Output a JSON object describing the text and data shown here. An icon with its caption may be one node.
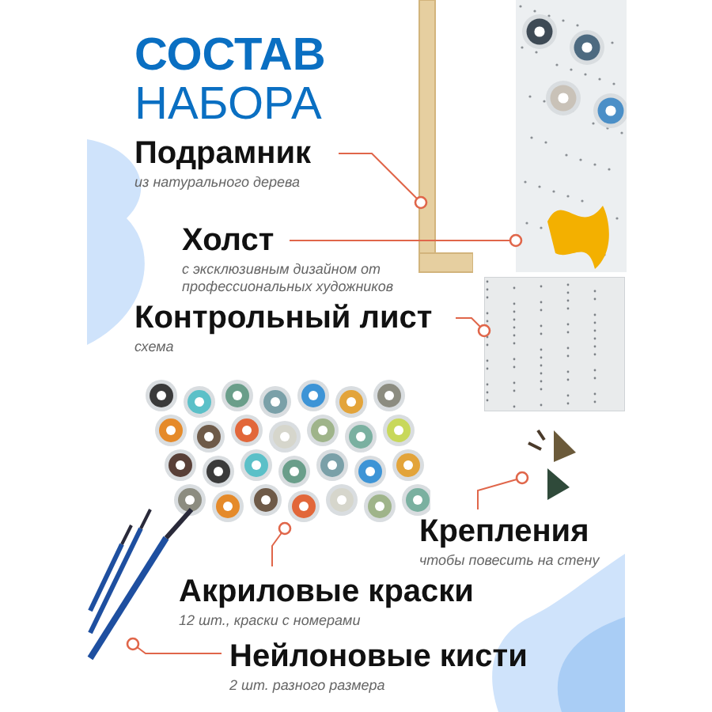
{
  "diagram": {
    "title": "**СОСТАВ** НАБОРА",
    "nodes": [
      {
        "text": [
          "Подрамник",
          "из натурального дерева"
        ]
      },
      {
        "text": [],
        "shape": "picture"
      },
      {
        "text": [
          "Холст",
          "с эксклюзивным дизайном от профессиональных художников"
        ]
      },
      {
        "text": [],
        "shape": "picture"
      },
      {
        "text": [
          "Контрольный лист",
          "схема"
        ]
      },
      {
        "text": [],
        "shape": "picture"
      },
      {
        "text": [
          "Крепления",
          "чтобы повесить на стену"
        ]
      },
      {
        "text": [],
        "shape": "picture"
      },
      {
        "text": [
          "Акриловые краски",
          "12 шт., краски с номерами"
        ]
      },
      {
        "text": [],
        "shape": "picture"
      },
      {
        "text": [
          "Нейлоновые кисти",
          "2 шт. разного размера"
        ]
      },
      {
        "text": [],
        "shape": "picture"
      }
    ],
    "edges": [
      {
        "from": 0,
        "to": 1,
        "arrow": "other"
      },
      {
        "from": 2,
        "to": 3,
        "arrow": "other"
      },
      {
        "from": 4,
        "to": 5,
        "arrow": "other"
      },
      {
        "from": 6,
        "to": 7,
        "arrow": "other"
      },
      {
        "from": 8,
        "to": 9,
        "arrow": "other"
      },
      {
        "from": 10,
        "to": 11,
        "arrow": "other"
      }
    ]
  }
}
